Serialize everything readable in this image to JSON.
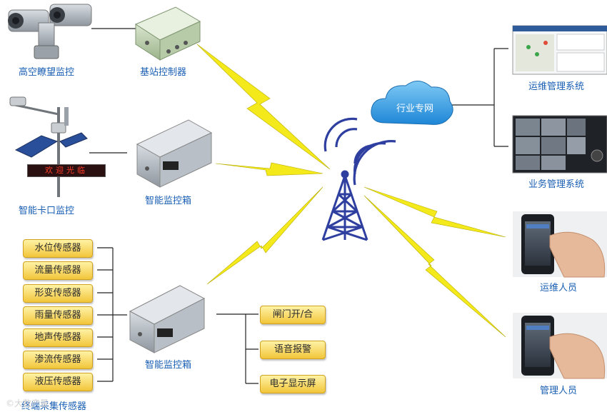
{
  "nodes": {
    "high_altitude_monitor": "高空瞭望监控",
    "base_station_controller": "基站控制器",
    "smart_checkpoint_monitor": "智能卡口监控",
    "smart_monitor_box_1": "智能监控箱",
    "smart_monitor_box_2": "智能监控箱",
    "terminal_sensors": "终端采集传感器",
    "industry_network": "行业专网",
    "ops_mgmt_system": "运维管理系统",
    "business_mgmt_system": "业务管理系统",
    "ops_personnel": "运维人员",
    "mgmt_personnel": "管理人员",
    "led_sign": "欢迎光临"
  },
  "sensors": [
    "水位传感器",
    "流量传感器",
    "形变传感器",
    "雨量传感器",
    "地声传感器",
    "渗流传感器",
    "液压传感器"
  ],
  "outputs": [
    "闸门开/合",
    "语音报警",
    "电子显示屏"
  ],
  "watermark": "©大数产量",
  "colors": {
    "label_blue": "#1a5fb4",
    "tower_blue": "#2e3fa0",
    "lightning_yellow": "#f4e91a",
    "cloud_blue": "#3aa0e0",
    "pill_yellow": "#f2c53a"
  }
}
